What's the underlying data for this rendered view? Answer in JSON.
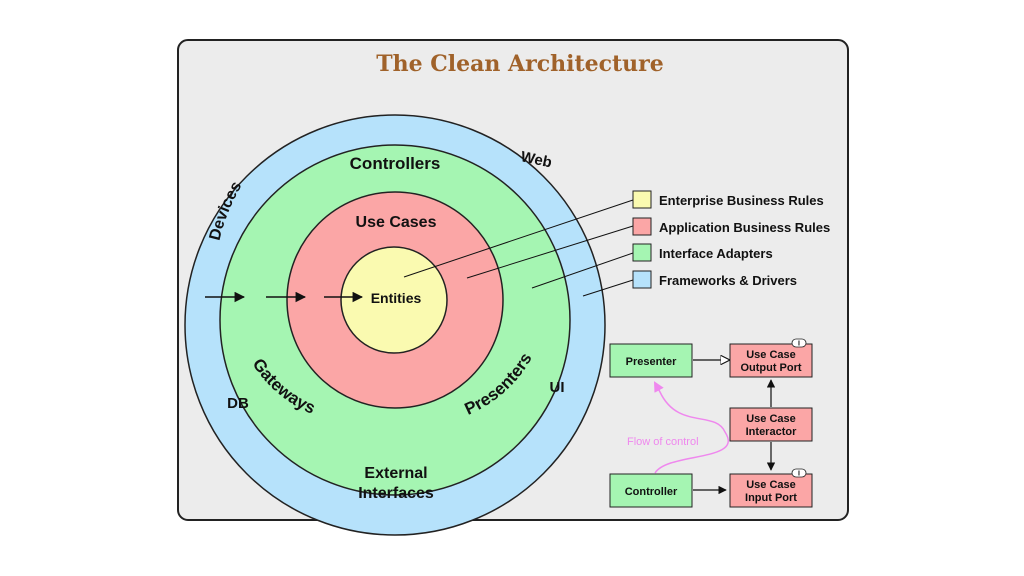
{
  "title": "The Clean Architecture",
  "rings": {
    "outer": {
      "labels": {
        "devices": "Devices",
        "web": "Web",
        "db": "DB",
        "ui": "UI",
        "external_line1": "External",
        "external_line2": "Interfaces"
      }
    },
    "adapters": {
      "labels": {
        "controllers": "Controllers",
        "gateways": "Gateways",
        "presenters": "Presenters"
      }
    },
    "use_cases": {
      "label": "Use Cases"
    },
    "entities": {
      "label": "Entities"
    }
  },
  "legend": [
    {
      "label": "Enterprise Business Rules",
      "color": "#fafab0"
    },
    {
      "label": "Application Business Rules",
      "color": "#fba6a6"
    },
    {
      "label": "Interface Adapters",
      "color": "#a5f5b2"
    },
    {
      "label": "Frameworks & Drivers",
      "color": "#b6e2fb"
    }
  ],
  "flow": {
    "presenter": "Presenter",
    "controller": "Controller",
    "output_port_line1": "Use Case",
    "output_port_line2": "Output Port",
    "interactor_line1": "Use Case",
    "interactor_line2": "Interactor",
    "input_port_line1": "Use Case",
    "input_port_line2": "Input Port",
    "interface_marker": "I",
    "flow_label": "Flow of control"
  },
  "colors": {
    "frameworks": "#b6e2fb",
    "adapters": "#a5f5b2",
    "use_cases": "#fba6a6",
    "entities": "#fafab0",
    "title": "#a0622a",
    "flow": "#ef88ee",
    "panel": "#ececec"
  }
}
